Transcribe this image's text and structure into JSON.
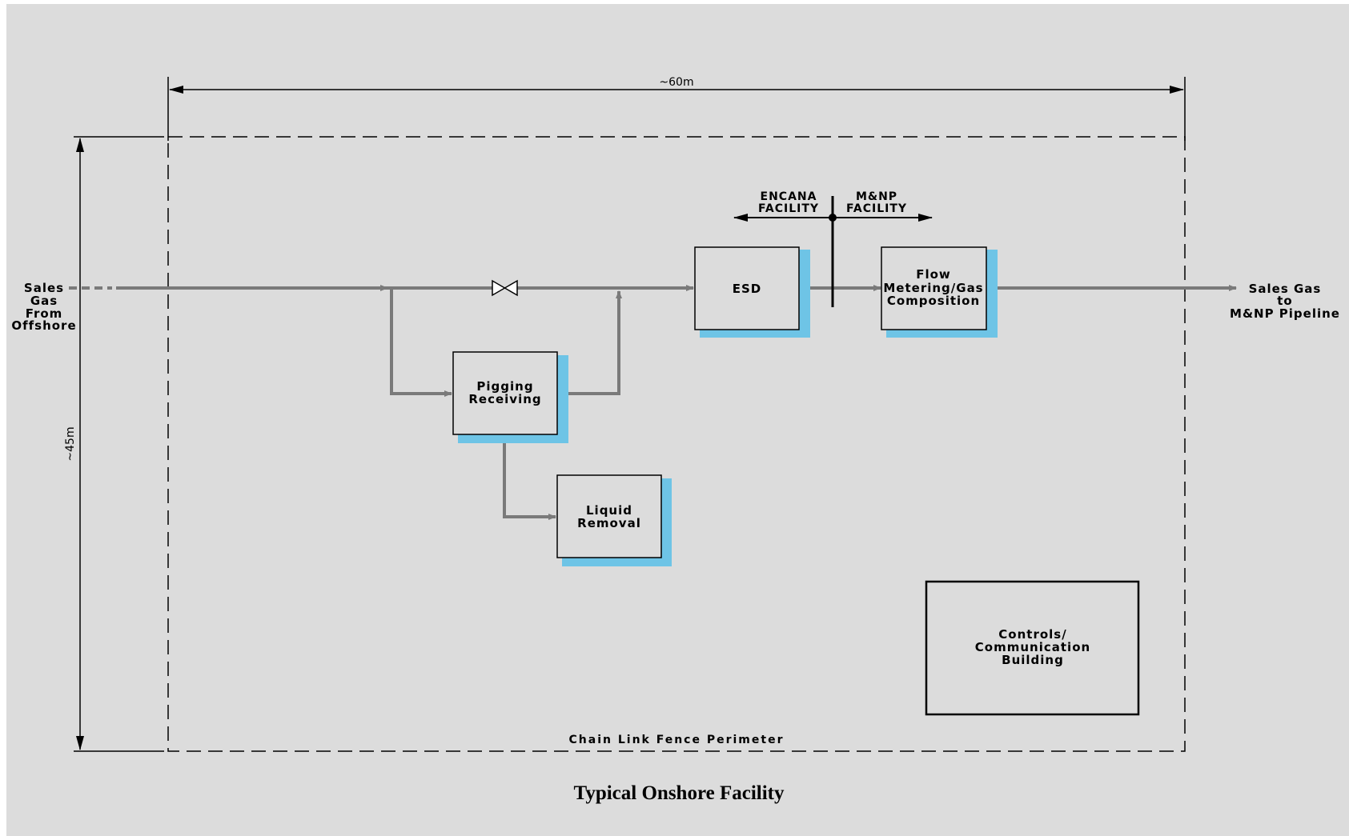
{
  "colors": {
    "background": "#dcdcdc",
    "pipe": "#7a7a7a",
    "box_shadow": "#6ec4e6",
    "line": "#000000"
  },
  "dimensions": {
    "width_label": "~60m",
    "height_label": "~45m"
  },
  "inlet": {
    "line1": "Sales",
    "line2": "Gas",
    "line3": "From",
    "line4": "Offshore"
  },
  "outlet": {
    "line1": "Sales Gas",
    "line2": "to",
    "line3": "M&NP Pipeline"
  },
  "boundary": {
    "left_line1": "ENCANA",
    "left_line2": "FACILITY",
    "right_line1": "M&NP",
    "right_line2": "FACILITY"
  },
  "boxes": {
    "esd": {
      "line1": "ESD"
    },
    "flow": {
      "line1": "Flow",
      "line2": "Metering/Gas",
      "line3": "Composition"
    },
    "pigging": {
      "line1": "Pigging",
      "line2": "Receiving"
    },
    "liquid": {
      "line1": "Liquid",
      "line2": "Removal"
    },
    "controls": {
      "line1": "Controls/",
      "line2": "Communication",
      "line3": "Building"
    }
  },
  "fence_label": "Chain Link Fence Perimeter",
  "title": "Typical Onshore Facility"
}
